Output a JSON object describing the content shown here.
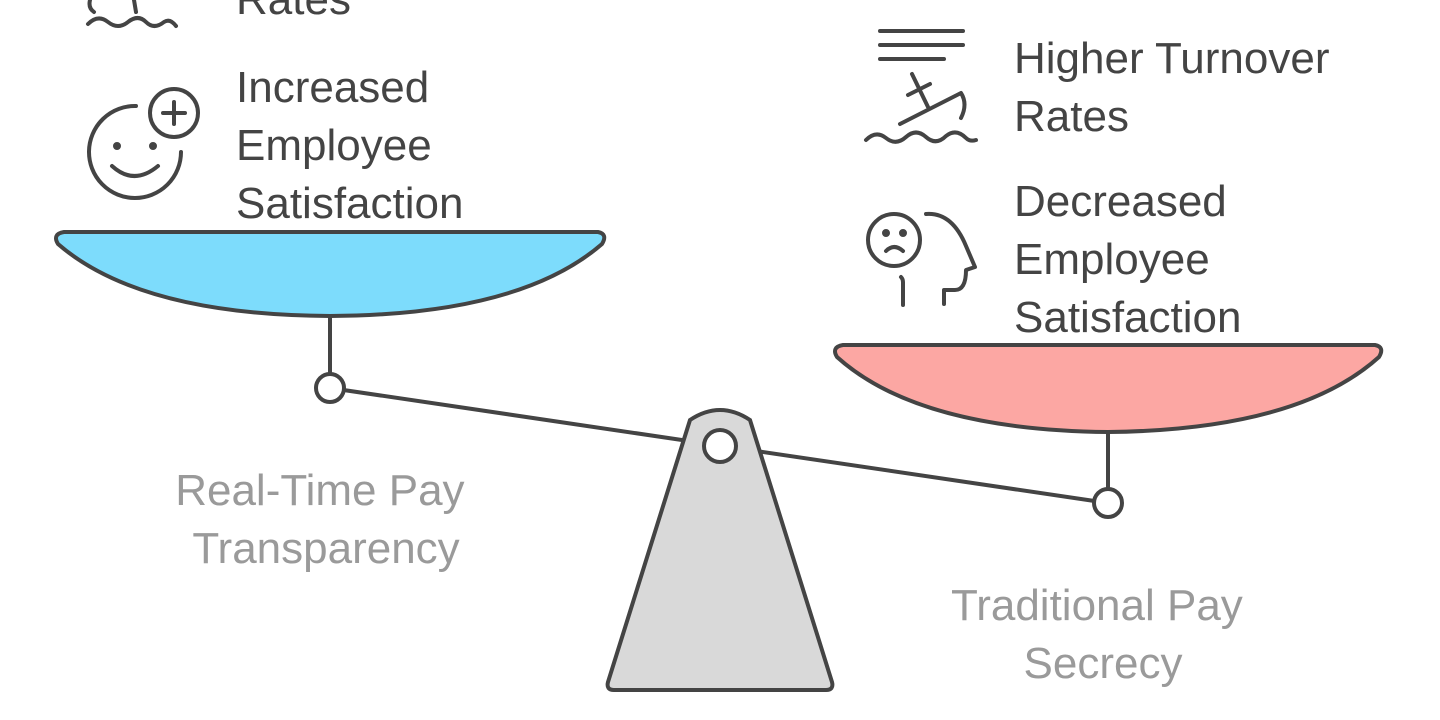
{
  "left_side": {
    "label_lines": [
      "Real-Time Pay",
      "Transparency"
    ],
    "items": [
      {
        "icon": "sinking-boat-icon",
        "lines": [
          "Rates"
        ]
      },
      {
        "icon": "happy-face-plus-icon",
        "lines": [
          "Increased",
          "Employee",
          "Satisfaction"
        ]
      }
    ],
    "pan_color": "#7DDCFC"
  },
  "right_side": {
    "label_lines": [
      "Traditional Pay",
      "Secrecy"
    ],
    "items": [
      {
        "icon": "sinking-ship-icon",
        "lines": [
          "Higher Turnover",
          "Rates"
        ]
      },
      {
        "icon": "sad-head-icon",
        "lines": [
          "Decreased",
          "Employee",
          "Satisfaction"
        ]
      }
    ],
    "pan_color": "#FCA7A3"
  },
  "fulcrum_color": "#D9D9D9",
  "line_color": "#444444"
}
